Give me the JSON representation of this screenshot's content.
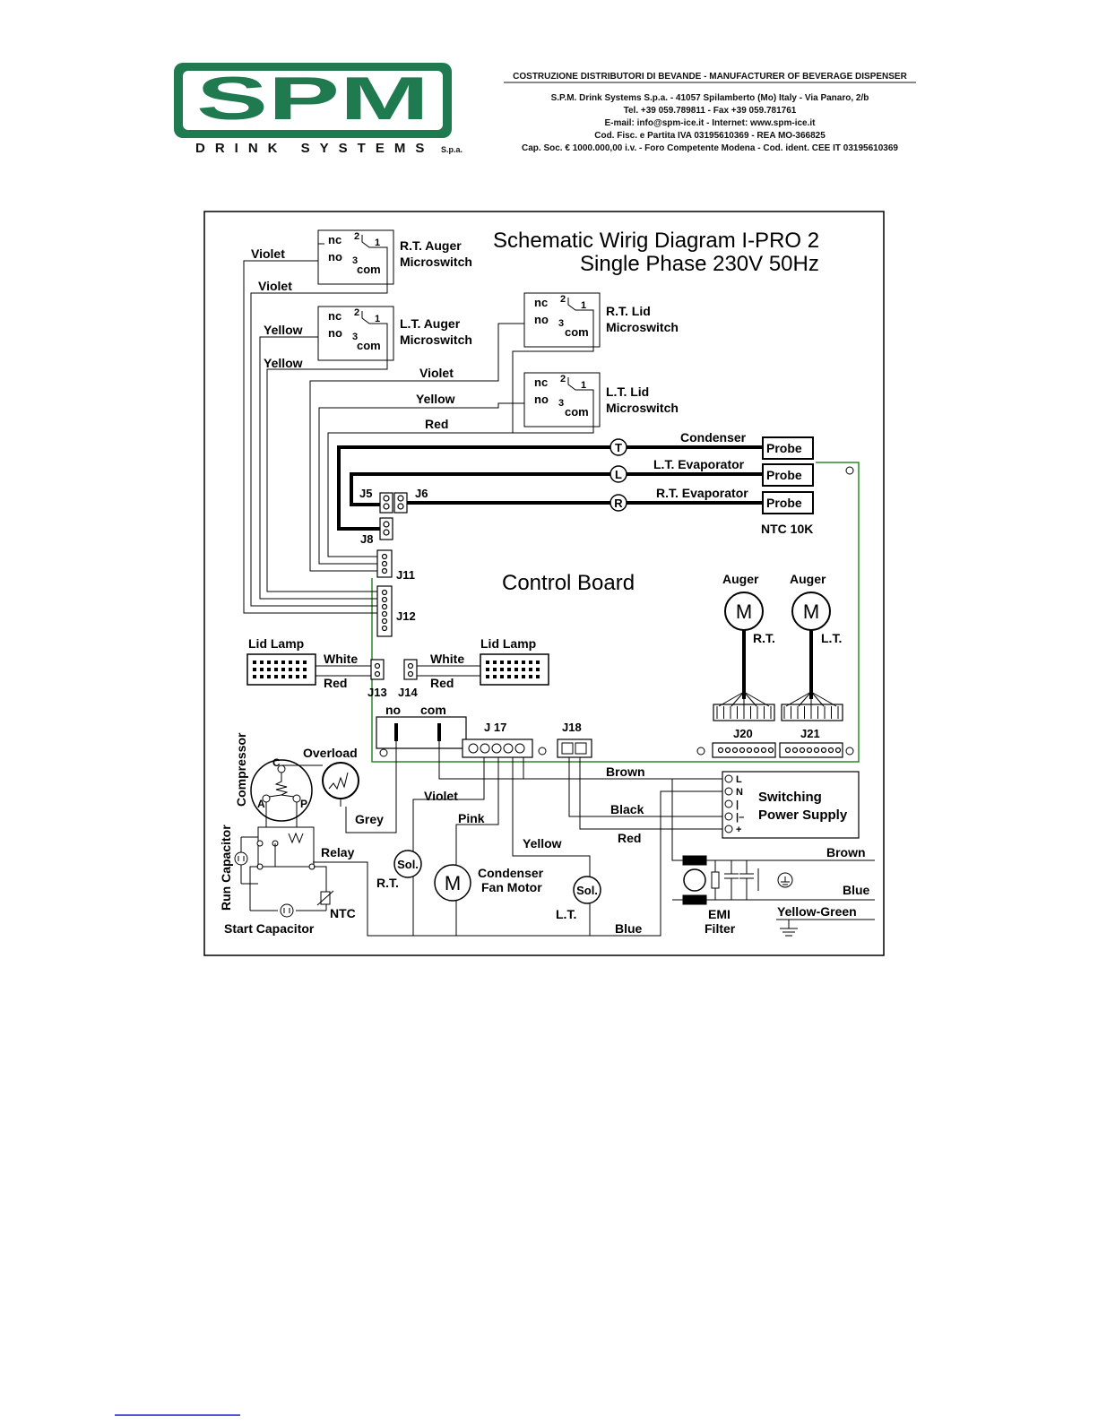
{
  "header": {
    "logo_text": "SPM",
    "logo_subtitle": "DRINK SYSTEMS",
    "logo_spa": "S.p.a.",
    "company_lines": [
      "COSTRUZIONE DISTRIBUTORI DI BEVANDE - MANUFACTURER OF BEVERAGE DISPENSER",
      "S.P.M. Drink Systems S.p.a. - 41057 Spilamberto (Mo) Italy - Via Panaro, 2/b",
      "Tel. +39 059.789811 - Fax +39 059.781761",
      "E-mail: info@spm-ice.it - Internet: www.spm-ice.it",
      "Cod. Fisc. e Partita IVA 03195610369 - REA MO-366825",
      "Cap. Soc. € 1000.000,00 i.v. - Foro Competente Modena - Cod. ident. CEE IT 03195610369"
    ]
  },
  "diagram": {
    "title_line1": "Schematic Wirig Diagram I-PRO 2",
    "title_line2": "Single Phase  230V  50Hz",
    "control_board": "Control Board",
    "switches": {
      "rt_auger": [
        "R.T. Auger",
        "Microswitch"
      ],
      "lt_auger": [
        "L.T. Auger",
        "Microswitch"
      ],
      "rt_lid": [
        "R.T. Lid",
        "Microswitch"
      ],
      "lt_lid": [
        "L.T. Lid",
        "Microswitch"
      ],
      "nc": "nc",
      "no": "no",
      "com": "com",
      "n1": "1",
      "n2": "2",
      "n3": "3"
    },
    "wires": {
      "violet": "Violet",
      "yellow": "Yellow",
      "red": "Red",
      "white": "White",
      "brown": "Brown",
      "black": "Black",
      "blue": "Blue",
      "grey": "Grey",
      "pink": "Pink",
      "yellow_green": "Yellow-Green"
    },
    "probes": {
      "condenser": "Condenser",
      "lt_evap": "L.T. Evaporator",
      "rt_evap": "R.T. Evaporator",
      "probe": "Probe",
      "ntc10k": "NTC 10K",
      "t": "T",
      "l": "L",
      "r": "R"
    },
    "connectors": {
      "j5": "J5",
      "j6": "J6",
      "j8": "J8",
      "j11": "J11",
      "j12": "J12",
      "j13": "J13",
      "j14": "J14",
      "j17": "J 17",
      "j18": "J18",
      "j20": "J20",
      "j21": "J21"
    },
    "lid_lamp": "Lid Lamp",
    "auger": "Auger",
    "motor_m": "M",
    "rt": "R.T.",
    "lt": "L.T.",
    "relay_no": "no",
    "relay_com": "com",
    "compressor": "Compressor",
    "overload": "Overload",
    "relay": "Relay",
    "ntc": "NTC",
    "run_capacitor": "Run Capacitor",
    "start_capacitor": "Start Capacitor",
    "comp_c": "C",
    "comp_a": "A",
    "comp_p": "P",
    "sol": "Sol.",
    "condenser_fan": [
      "Condenser",
      "Fan Motor"
    ],
    "psu": [
      "Switching",
      "Power Supply"
    ],
    "psu_terminals": [
      "L",
      "N",
      "|",
      "|–",
      "+"
    ],
    "emi": [
      "EMI",
      "Filter"
    ]
  },
  "colors": {
    "logo_green": "#1f7a4f",
    "board_green": "#2a8a2a",
    "wire": "#000000",
    "link": "#1a1acc"
  }
}
